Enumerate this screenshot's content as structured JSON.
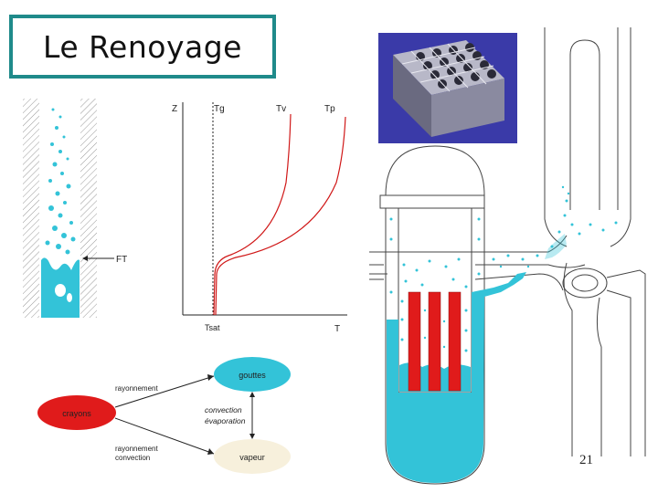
{
  "title": "Le Renoyage",
  "tube": {
    "front_label": "FT"
  },
  "profile": {
    "axis_z": "Z",
    "axis_t": "T",
    "curve_tg": "Tg",
    "curve_tv": "Tv",
    "curve_tp": "Tp",
    "tsat": "Tsat"
  },
  "flow": {
    "node_rods": "crayons",
    "node_drops": "gouttes",
    "node_vapor": "vapeur",
    "arrow_top": "rayonnement",
    "arrow_bottom_1": "rayonnement",
    "arrow_bottom_2": "convection",
    "arrow_mid_1": "convection",
    "arrow_mid_2": "évaporation"
  },
  "colors": {
    "water": "#33c3d8",
    "rod_red": "#e01b1b",
    "curve_red": "#d01818",
    "title_border": "#1f8a8a",
    "vapor_fill": "#f7f0dc",
    "node_cyan": "#33c3d8"
  },
  "page_number": "21"
}
